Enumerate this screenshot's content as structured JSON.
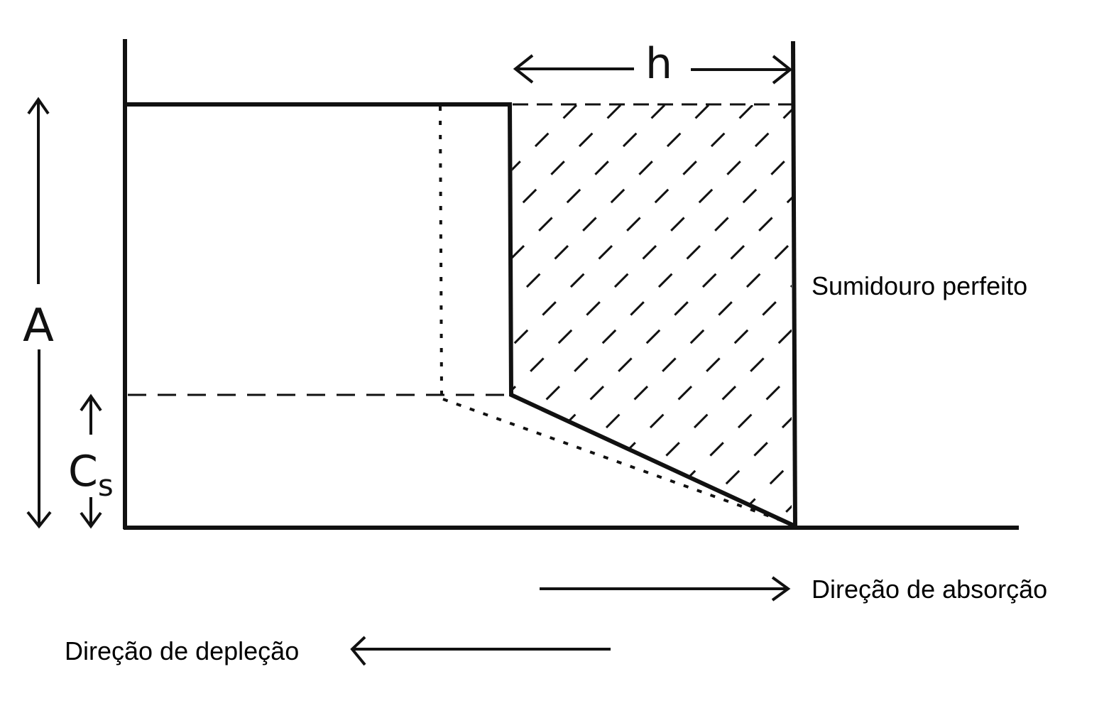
{
  "labels": {
    "h": "h",
    "A": "A",
    "Cs_main": "C",
    "Cs_sub": "s",
    "perfect_sink": "Sumidouro perfeito",
    "absorption_direction": "Direção de absorção",
    "depletion_direction": "Direção de depleção"
  },
  "colors": {
    "ink": "#111111",
    "background": "#ffffff"
  }
}
